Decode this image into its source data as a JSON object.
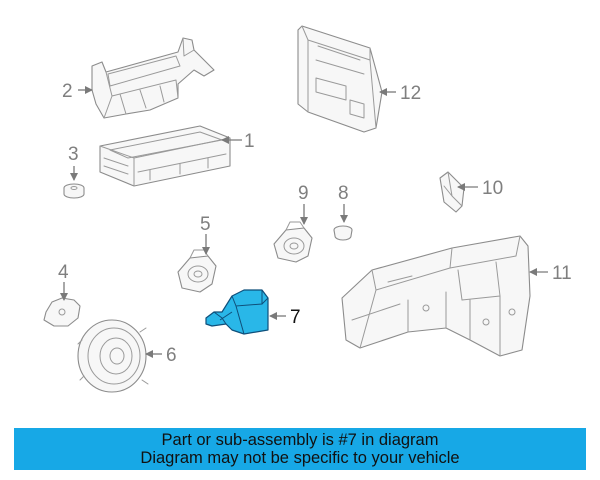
{
  "callouts": {
    "c1": "1",
    "c2": "2",
    "c3": "3",
    "c4": "4",
    "c5": "5",
    "c6": "6",
    "c7": "7",
    "c8": "8",
    "c9": "9",
    "c10": "10",
    "c11": "11",
    "c12": "12"
  },
  "highlight": {
    "part_number": "7",
    "color": "#29b7e8"
  },
  "banner": {
    "line1": "Part or sub-assembly is #7 in diagram",
    "line2": "Diagram may not be specific to your vehicle",
    "background": "#17a8e6"
  }
}
